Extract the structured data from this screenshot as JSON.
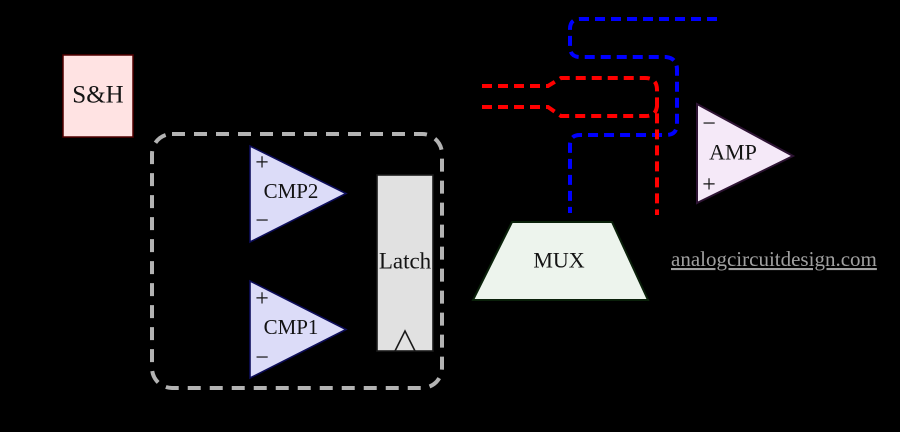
{
  "colors": {
    "background": "#000000",
    "wire_red": "#ff0000",
    "wire_blue": "#0000ff",
    "group_outline": "#b3b3b3",
    "block_text": "#141414"
  },
  "blocks": {
    "sample_hold": {
      "label": "S&H",
      "fill": "#ffe3e3",
      "border": "#500000"
    },
    "cmp2": {
      "label": "CMP2",
      "plus": "+",
      "minus": "−",
      "fill": "#dcdcf8",
      "border": "#0d0d5a"
    },
    "cmp1": {
      "label": "CMP1",
      "plus": "+",
      "minus": "−",
      "fill": "#dcdcf8",
      "border": "#0d0d5a"
    },
    "latch": {
      "label": "Latch",
      "fill": "#e1e1e1",
      "border": "#1a1a1a"
    },
    "mux": {
      "label": "MUX",
      "fill": "#edf4ed",
      "border": "#0a200a"
    },
    "amp": {
      "label": "AMP",
      "plus": "+",
      "minus": "−",
      "fill": "#f5e9f8",
      "border": "#2d1333"
    }
  },
  "icons": {
    "clock_edge": "^"
  },
  "watermark": {
    "text": "analogcircuitdesign.com",
    "color": "#a0a0a0"
  }
}
